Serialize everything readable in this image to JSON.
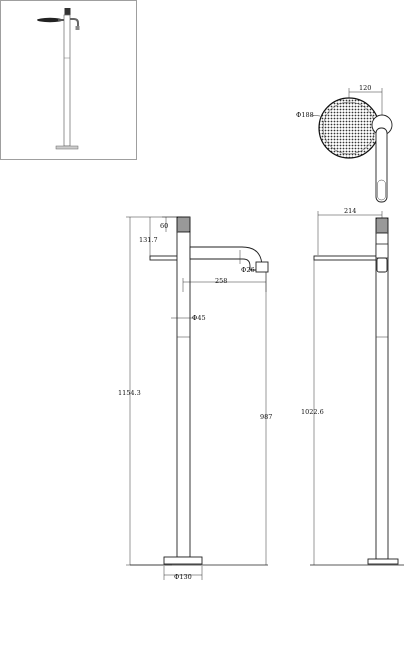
{
  "dimensions": {
    "handle_offset": "120",
    "shower_diameter": "Φ188",
    "spout_width": "214",
    "handle_height": "60",
    "top_drop": "131.7",
    "spout_diameter": "Φ26",
    "spout_reach": "258",
    "column_diameter": "Φ45",
    "total_height": "1154.3",
    "outlet_height": "987",
    "side_height": "1022.6",
    "base_diameter": "Φ130"
  }
}
